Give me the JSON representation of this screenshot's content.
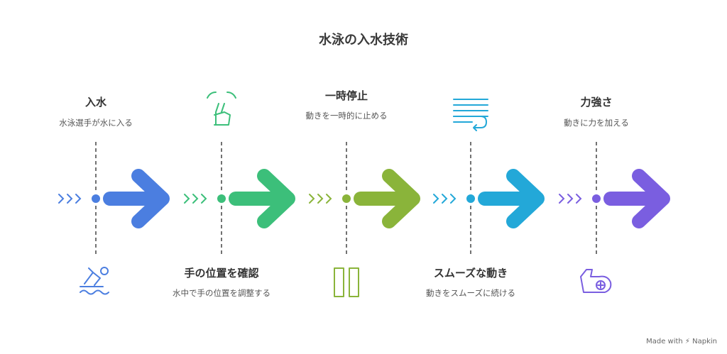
{
  "title": "水泳の入水技術",
  "stages": [
    {
      "title": "入水",
      "desc": "水泳選手が水に入る",
      "color": "#4b7ee0",
      "icon": "diver-icon",
      "text_pos": "top"
    },
    {
      "title": "手の位置を確認",
      "desc": "水中で手の位置を調整する",
      "color": "#3cbf7a",
      "icon": "hand-gesture-icon",
      "text_pos": "bottom"
    },
    {
      "title": "一時停止",
      "desc": "動きを一時的に止める",
      "color": "#8ab43a",
      "icon": "pause-icon",
      "text_pos": "top"
    },
    {
      "title": "スムーズな動き",
      "desc": "動きをスムーズに続ける",
      "color": "#23a8d8",
      "icon": "wrap-lines-icon",
      "text_pos": "bottom"
    },
    {
      "title": "力強さ",
      "desc": "動きに力を加える",
      "color": "#7a5ee0",
      "icon": "flexed-arm-icon",
      "text_pos": "top"
    }
  ],
  "credit": "Made with ⚡ Napkin"
}
